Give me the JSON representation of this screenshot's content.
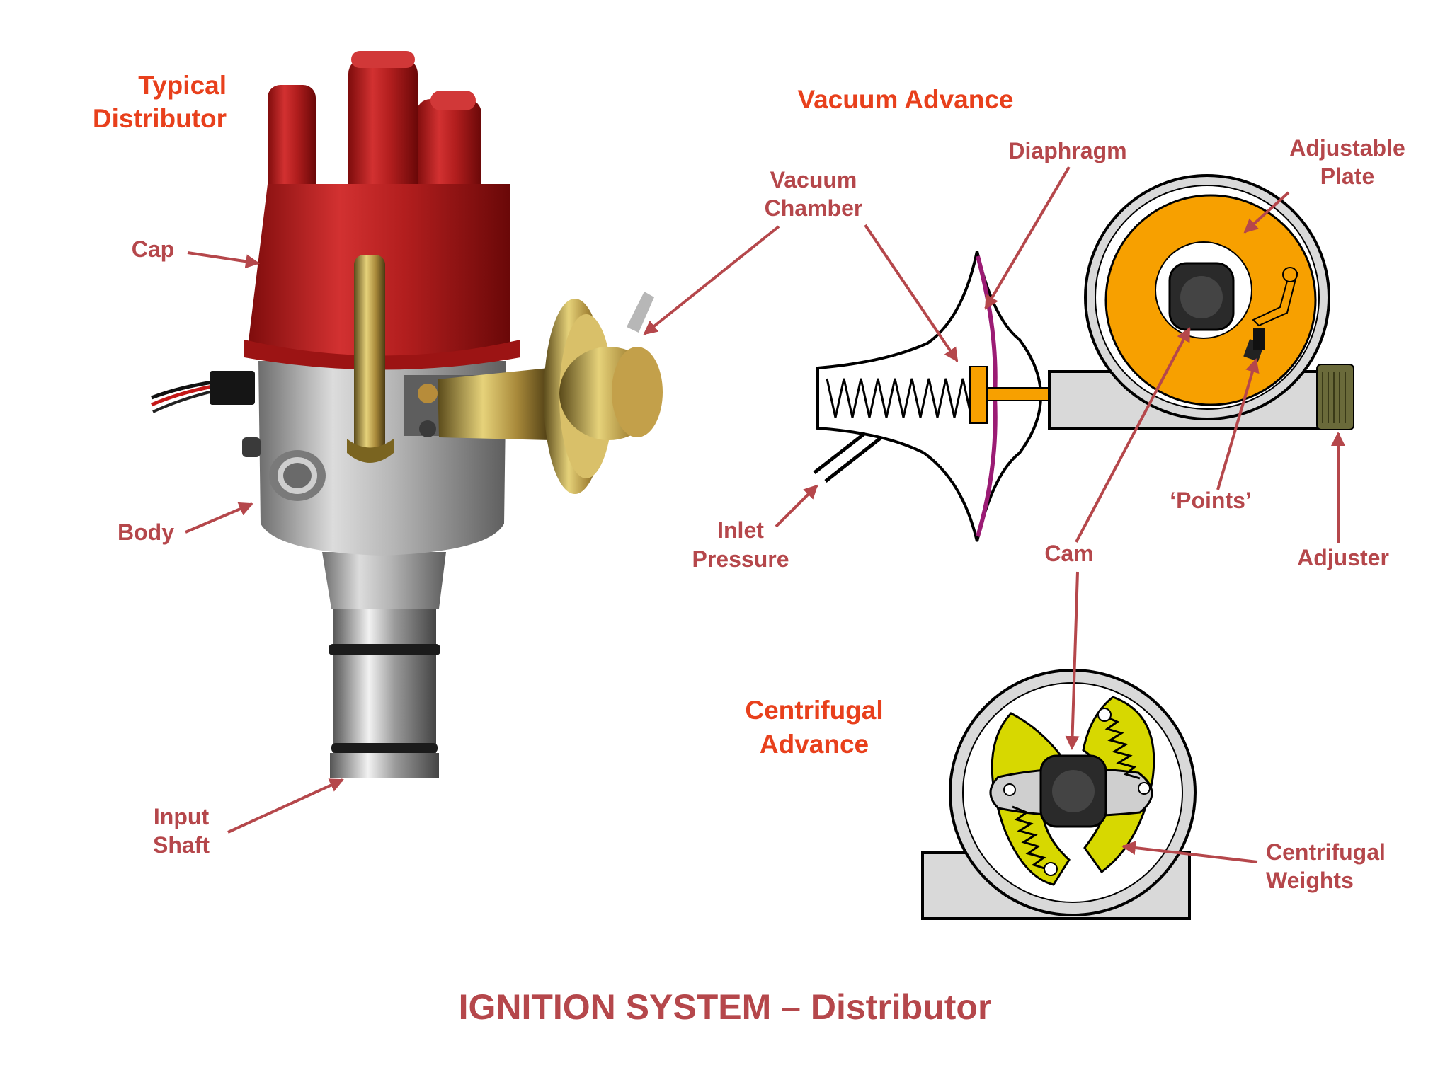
{
  "title": "IGNITION SYSTEM – Distributor",
  "distributor": {
    "heading_line1": "Typical",
    "heading_line2": "Distributor",
    "cap": "Cap",
    "body": "Body",
    "input_line1": "Input",
    "input_line2": "Shaft"
  },
  "vacuum": {
    "heading": "Vacuum Advance",
    "chamber_line1": "Vacuum",
    "chamber_line2": "Chamber",
    "diaphragm": "Diaphragm",
    "plate_line1": "Adjustable",
    "plate_line2": "Plate",
    "inlet_line1": "Inlet",
    "inlet_line2": "Pressure",
    "points": "‘Points’",
    "cam": "Cam",
    "adjuster": "Adjuster"
  },
  "centrifugal": {
    "heading_line1": "Centrifugal",
    "heading_line2": "Advance",
    "weights_line1": "Centrifugal",
    "weights_line2": "Weights"
  },
  "colors": {
    "label": "#b5474b",
    "heading": "#e8401c",
    "cap_red": "#c42424",
    "plate_orange": "#f7a000",
    "weights_yellow": "#d7d800",
    "diaphragm_purple": "#9b1b74"
  }
}
